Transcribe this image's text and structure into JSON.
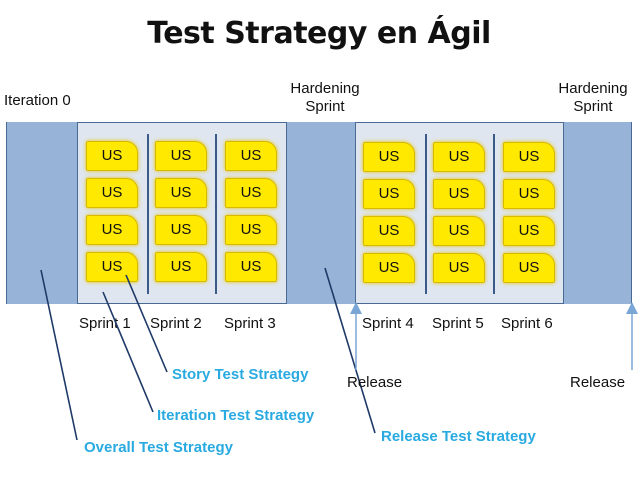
{
  "title": "Test Strategy en Ágil",
  "headers": {
    "iteration0": "Iteration 0",
    "hardening1": [
      "Hardening",
      "Sprint"
    ],
    "hardening2": [
      "Hardening",
      "Sprint"
    ]
  },
  "story_label": "US",
  "sprints": [
    "Sprint 1",
    "Sprint 2",
    "Sprint 3",
    "Sprint 4",
    "Sprint 5",
    "Sprint 6"
  ],
  "releases": [
    "Release",
    "Release"
  ],
  "strategies": {
    "story": "Story Test Strategy",
    "iteration": "Iteration Test Strategy",
    "overall": "Overall Test Strategy",
    "release": "Release Test Strategy"
  },
  "colors": {
    "story_card": "#ffe900",
    "pillar": "#97b3d8",
    "band": "#dfe6f0",
    "strategy_text": "#29aae1",
    "connector_line": "#1f3a68",
    "release_arrow": "#7aa6d6"
  }
}
